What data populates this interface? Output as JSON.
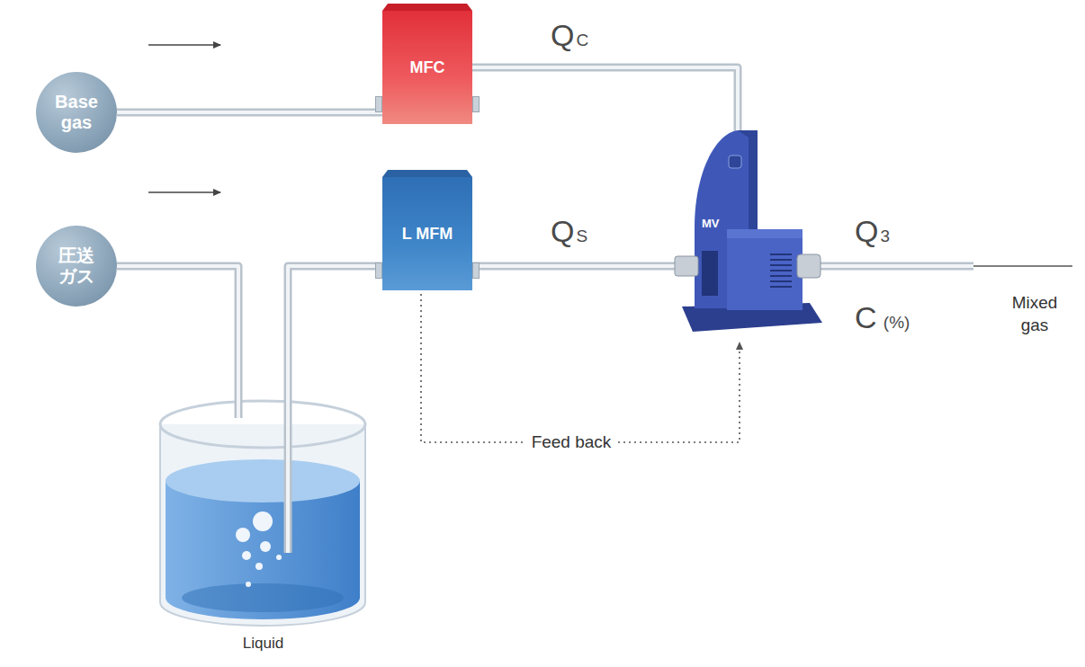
{
  "diagram": {
    "nodes": [
      {
        "text": [
          "Base gas"
        ]
      },
      {
        "text": [
          "MFC"
        ]
      },
      {
        "text": [
          "圧送ガス"
        ]
      },
      {
        "text": [
          "L MFM"
        ]
      },
      {
        "text": [
          "MV"
        ]
      },
      {
        "text": [
          "Liquid"
        ]
      }
    ],
    "edges": [
      {
        "from": 0,
        "to": 1,
        "arrow": "none"
      },
      {
        "from": 1,
        "to": 4,
        "arrow": "none"
      },
      {
        "from": 2,
        "to": 5,
        "arrow": "none"
      },
      {
        "from": 5,
        "to": 3,
        "arrow": "none"
      },
      {
        "from": 3,
        "to": 4,
        "arrow": "none"
      },
      {
        "from": 3,
        "to": 4,
        "label": "Feed back",
        "arrow": "to"
      }
    ],
    "labels": [
      "QC",
      "QS",
      "Q3",
      "C (%)",
      "Mixed gas"
    ]
  }
}
